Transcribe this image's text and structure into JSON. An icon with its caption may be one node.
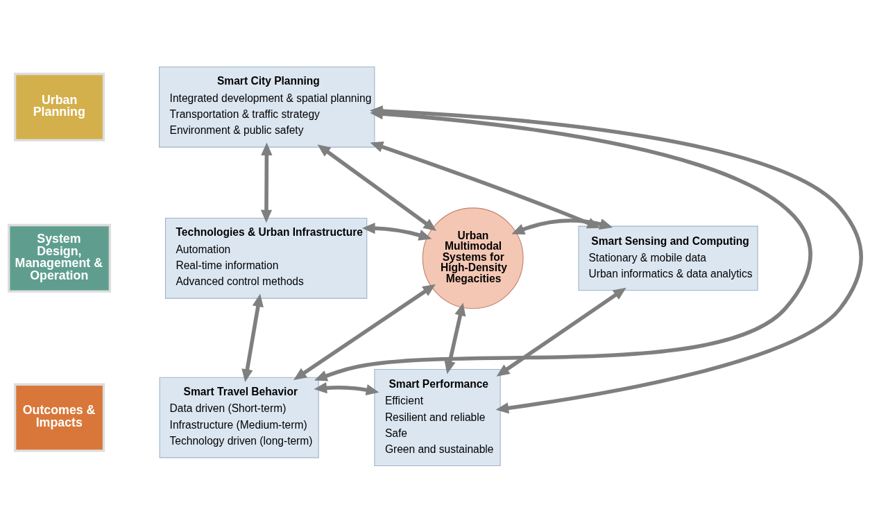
{
  "diagram": {
    "nodes": [
      {
        "text": [
          "Urban Planning"
        ]
      },
      {
        "text": [
          "System Design, Management & Operation"
        ]
      },
      {
        "text": [
          "Outcomes & Impacts"
        ]
      },
      {
        "text": [
          "Smart City Planning",
          "Integrated development & spatial planning",
          "Transportation & traffic strategy",
          "Environment & public safety"
        ]
      },
      {
        "text": [
          "Technologies & Urban Infrastructure",
          "Automation",
          "Real-time information",
          "Advanced control methods"
        ]
      },
      {
        "text": [
          "Urban Multimodal Systems for High-Density Megacities"
        ]
      },
      {
        "text": [
          "Smart Sensing and Computing",
          "Stationary & mobile data",
          "Urban informatics & data analytics"
        ]
      },
      {
        "text": [
          "Smart Travel Behavior",
          "Data driven (Short-term)",
          "Infrastructure (Medium-term)",
          "Technology driven (long-term)"
        ]
      },
      {
        "text": [
          "Smart Performance",
          "Efficient",
          "Resilient and reliable",
          "Safe",
          "Green and sustainable"
        ]
      }
    ],
    "edges": [
      {
        "from": 3,
        "to": 7,
        "arrow": "both"
      },
      {
        "from": 3,
        "to": 8,
        "arrow": "both"
      },
      {
        "from": 3,
        "to": 4,
        "arrow": "both"
      },
      {
        "from": 3,
        "to": 5,
        "arrow": "both"
      },
      {
        "from": 3,
        "to": 6,
        "arrow": "both"
      },
      {
        "from": 4,
        "to": 5,
        "arrow": "both"
      },
      {
        "from": 5,
        "to": 6,
        "arrow": "both"
      },
      {
        "from": 4,
        "to": 7,
        "arrow": "both"
      },
      {
        "from": 7,
        "to": 5,
        "arrow": "both"
      },
      {
        "from": 5,
        "to": 8,
        "arrow": "both"
      },
      {
        "from": 6,
        "to": 8,
        "arrow": "both"
      },
      {
        "from": 7,
        "to": 8,
        "arrow": "both"
      }
    ]
  }
}
